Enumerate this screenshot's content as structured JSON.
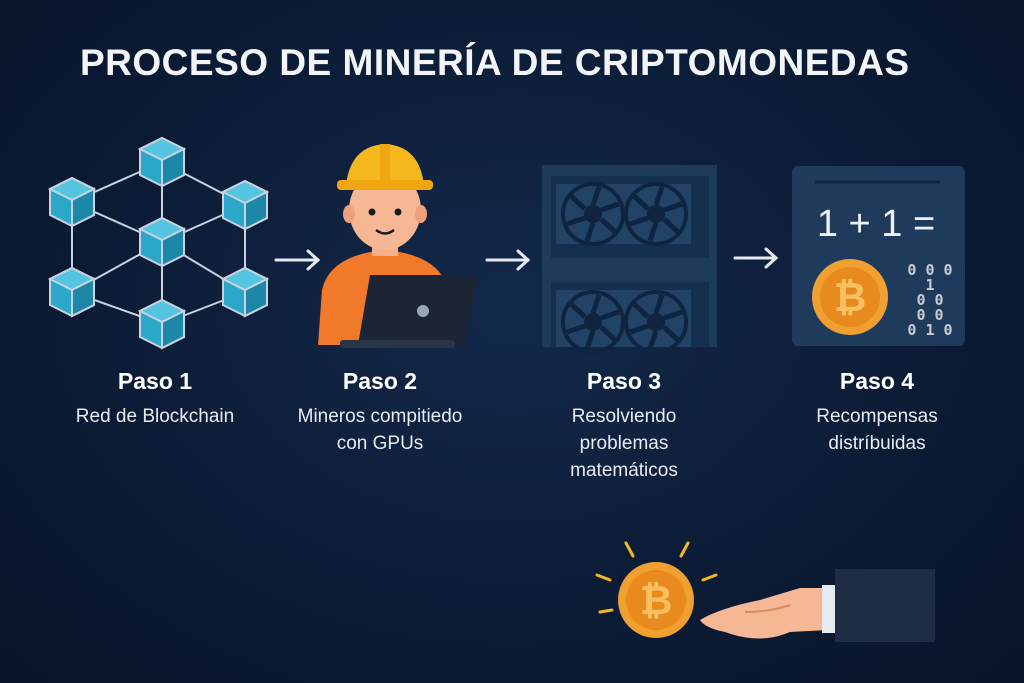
{
  "title": "PROCESO DE MINERÍA DE CRIPTOMONEDAS",
  "steps": [
    {
      "label": "Paso 1",
      "desc_lines": [
        "Red de Blockchain"
      ],
      "icon": "blockchain-network-icon"
    },
    {
      "label": "Paso 2",
      "desc_lines": [
        "Mineros compitiedo",
        "con GPUs"
      ],
      "icon": "miner-laptop-icon"
    },
    {
      "label": "Paso 3",
      "desc_lines": [
        "Resolviendo",
        "problemas",
        "matemáticos"
      ],
      "icon": "gpu-rig-icon"
    },
    {
      "label": "Paso 4",
      "desc_lines": [
        "Recompensas",
        "distríbuidas"
      ],
      "icon": "math-reward-icon"
    }
  ],
  "math": {
    "equation": "1 + 1 =",
    "binary_rows": [
      "0 0 0",
      "1",
      "0 0",
      "0 0",
      "0 1 0"
    ]
  },
  "colors": {
    "background": "#0c1c36",
    "cube": "#2aa7c9",
    "coin": "#f0a030",
    "helmet": "#f5b81c",
    "shirt": "#f07a2a",
    "panel": "#1f3b5c"
  }
}
